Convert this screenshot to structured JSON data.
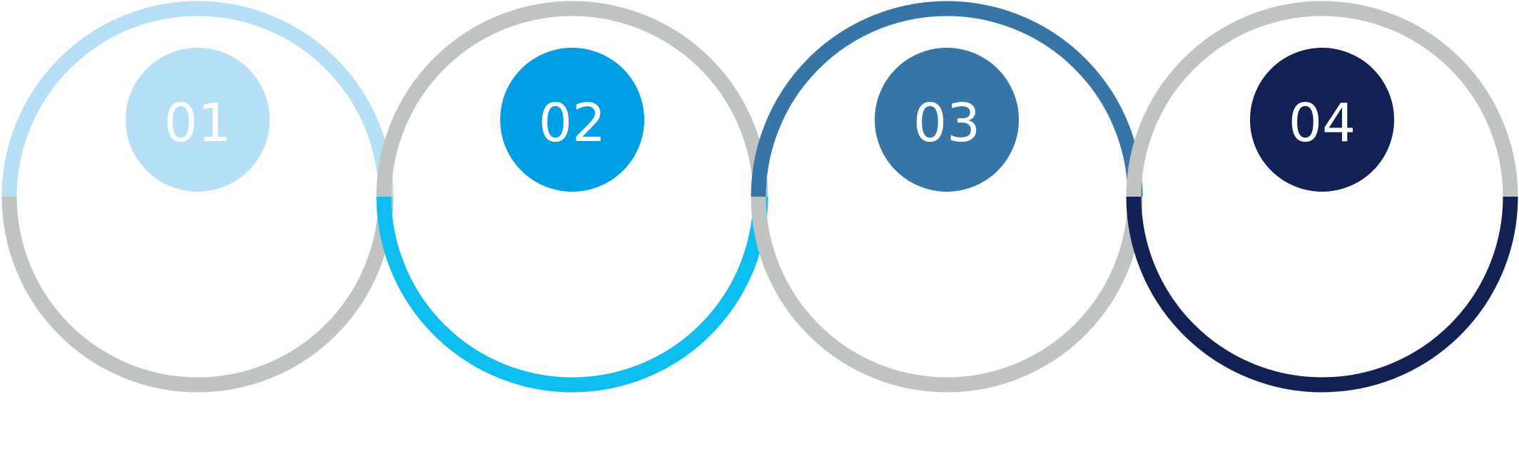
{
  "colors": {
    "inactive_ring": "#BFC3C2",
    "background": "#FFFFFF"
  },
  "steps": [
    {
      "number": "01",
      "color": "#B5E0F7",
      "highlight": "top"
    },
    {
      "number": "02",
      "color": "#009FE3",
      "ring_color": "#0FBEF0",
      "highlight": "bottom"
    },
    {
      "number": "03",
      "color": "#3875A7",
      "highlight": "top"
    },
    {
      "number": "04",
      "color": "#112154",
      "highlight": "bottom"
    }
  ]
}
